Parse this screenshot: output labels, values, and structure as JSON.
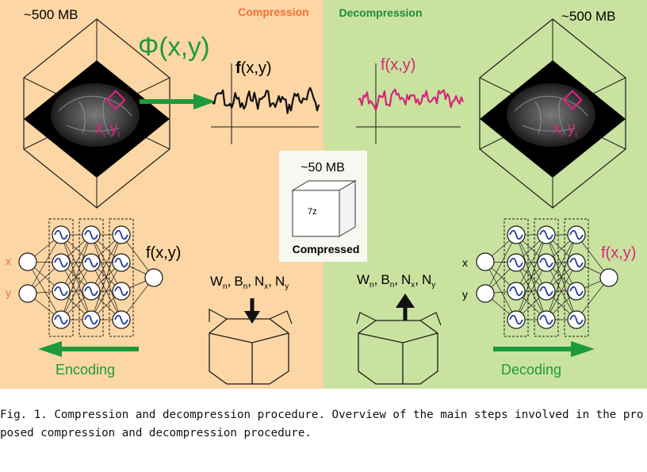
{
  "panels": {
    "compression_title": "Compression",
    "decompression_title": "Decompression",
    "colors": {
      "compression_bg": "#fcd6a4",
      "decompression_bg": "#c9e2a0",
      "compression_accent": "#f0703a",
      "decompression_accent": "#1e8a3c",
      "magenta": "#d8267a",
      "green_arrow": "#1c9a3c"
    }
  },
  "left_volume": {
    "size_label": "~500 MB",
    "coord_x": "x",
    "coord_x_sub": "i",
    "coord_y": "y",
    "coord_y_sub": "i"
  },
  "right_volume": {
    "size_label": "~500 MB",
    "coord_x": "x",
    "coord_x_sub": "i",
    "coord_y": "y",
    "coord_y_sub": "i"
  },
  "mapping_label": "Φ(x,y)",
  "signal_left": {
    "label_bold": "f",
    "label_rest": "(x,y)"
  },
  "signal_right": {
    "label": "f(x,y)"
  },
  "compressed_box": {
    "size_label": "~50 MB",
    "cube_label": "7z",
    "caption": "Compressed"
  },
  "encoder_net": {
    "input_x": "x",
    "input_y": "y",
    "output_label": "f(x,y)",
    "arrow_label": "Encoding"
  },
  "decoder_net": {
    "input_x": "x",
    "input_y": "y",
    "output_label": "f(x,y)",
    "arrow_label": "Decoding"
  },
  "params_left": {
    "w": "W",
    "w_sub": "n",
    "b": "B",
    "b_sub": "n",
    "nx": "N",
    "nx_sub": "x",
    "ny": "N",
    "ny_sub": "y",
    "sep": ","
  },
  "params_right": {
    "w": "W",
    "w_sub": "n",
    "b": "B",
    "b_sub": "n",
    "nx": "N",
    "nx_sub": "x",
    "ny": "N",
    "ny_sub": "y",
    "sep": ","
  },
  "figure_caption": "Fig. 1. Compression and decompression procedure. Overview of the main steps involved in the proposed compression and decompression procedure."
}
